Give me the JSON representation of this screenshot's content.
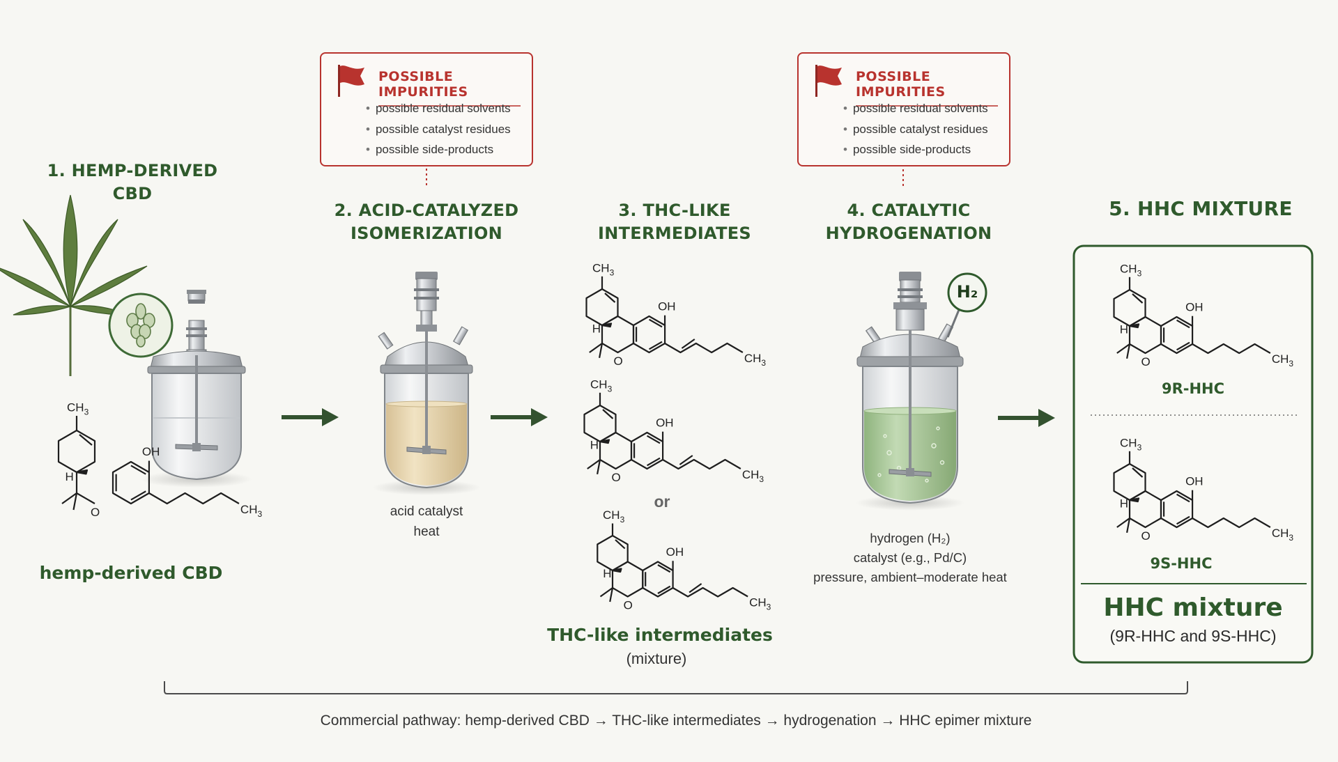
{
  "steps": [
    {
      "number": "1.",
      "title_lines": [
        "HEMP-DERIVED CBD"
      ]
    },
    {
      "number": "2.",
      "title_lines": [
        "ACID-CATALYZED",
        "ISOMERIZATION"
      ]
    },
    {
      "number": "3.",
      "title_lines": [
        "THC-LIKE",
        "INTERMEDIATES"
      ]
    },
    {
      "number": "4.",
      "title_lines": [
        "CATALYTIC",
        "HYDROGENATION"
      ]
    },
    {
      "number": "5.",
      "title_lines": [
        "HHC MIXTURE"
      ]
    }
  ],
  "impurities": {
    "title": "POSSIBLE IMPURITIES",
    "items": [
      "possible residual solvents",
      "possible catalyst residues",
      "possible side-products"
    ]
  },
  "step1": {
    "label": "hemp-derived CBD"
  },
  "step2": {
    "conditions": [
      "acid catalyst",
      "heat"
    ]
  },
  "step3": {
    "or_text": "or",
    "label": "THC-like intermediates",
    "sublabel": "(mixture)"
  },
  "step4": {
    "h2_badge": "H₂",
    "conditions": [
      "hydrogen (H₂)",
      "catalyst (e.g., Pd/C)",
      "pressure, ambient–moderate heat"
    ]
  },
  "step5": {
    "isomer_1": "9R-HHC",
    "isomer_2": "9S-HHC",
    "mixture_title": "HHC mixture",
    "mixture_sub": "(9R-HHC and 9S-HHC)"
  },
  "chem_labels": {
    "ch3": "CH",
    "sub3": "3",
    "oh": "OH",
    "o": "O",
    "h": "H"
  },
  "footer": "Commercial pathway: hemp-derived CBD → THC-like intermediates → hydrogenation → HHC epimer mixture",
  "colors": {
    "green": "#2f5a2c",
    "red": "#b8332e",
    "background": "#f7f7f3",
    "arrow": "#33522f",
    "acid_liquid": "#e6d2aa",
    "h2_liquid": "#a9c79a"
  }
}
